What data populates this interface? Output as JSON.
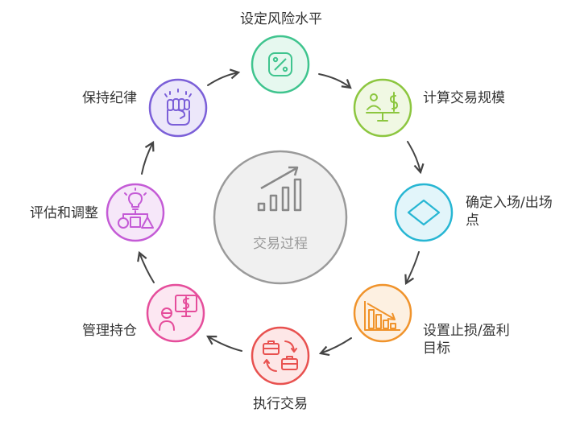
{
  "center": {
    "label": "交易过程",
    "icon": "growth-chart-icon",
    "color": "#888888"
  },
  "steps": [
    {
      "label": "设定风险水平",
      "icon": "percent-icon",
      "color": "#3fc48e",
      "fill": "#e6f8ef"
    },
    {
      "label": "计算交易规模",
      "icon": "scale-icon",
      "color": "#8cc63f",
      "fill": "#f0f8e3"
    },
    {
      "label": "确定入场/出场点",
      "icon": "diamond-icon",
      "color": "#27b6d3",
      "fill": "#e2f5fa"
    },
    {
      "label": "设置止损/盈利目标",
      "icon": "declining-chart-icon",
      "color": "#f0932b",
      "fill": "#fdf0e1"
    },
    {
      "label": "执行交易",
      "icon": "exchange-briefcase-icon",
      "color": "#e8514f",
      "fill": "#fde7e7"
    },
    {
      "label": "管理持仓",
      "icon": "presenter-icon",
      "color": "#e54d9b",
      "fill": "#fce7f2"
    },
    {
      "label": "评估和调整",
      "icon": "idea-flow-icon",
      "color": "#c45bd6",
      "fill": "#f6e7f9"
    },
    {
      "label": "保持纪律",
      "icon": "fist-icon",
      "color": "#7b5fd8",
      "fill": "#ece7fa"
    }
  ]
}
